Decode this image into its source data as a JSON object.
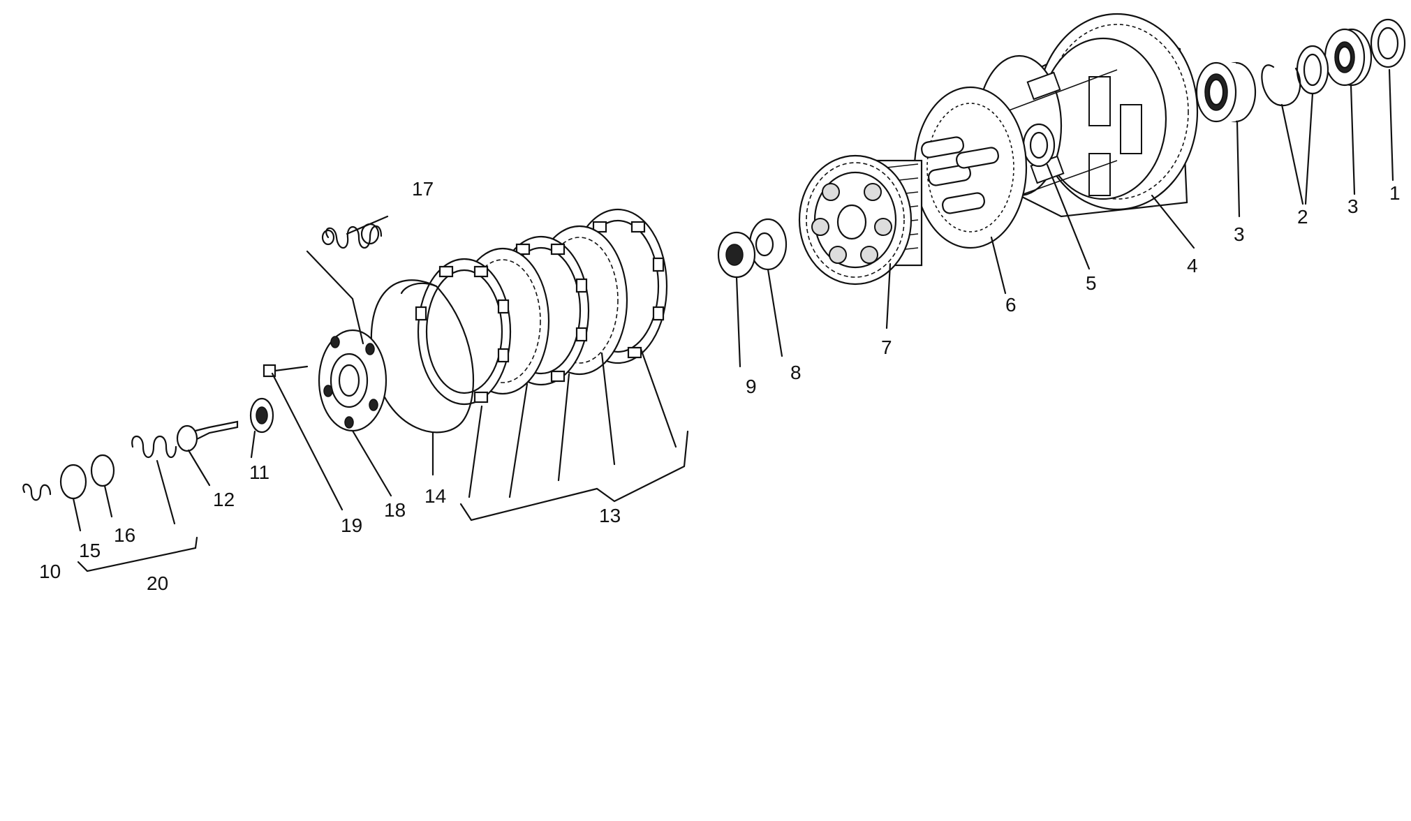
{
  "diagram": {
    "labels": {
      "p1": "1",
      "p2": "2",
      "p3a": "3",
      "p3b": "3",
      "p4": "4",
      "p5": "5",
      "p6": "6",
      "p7": "7",
      "p8": "8",
      "p9": "9",
      "p10": "10",
      "p11": "11",
      "p12": "12",
      "p13": "13",
      "p14": "14",
      "p15": "15",
      "p16": "16",
      "p17": "17",
      "p18": "18",
      "p19": "19",
      "p20": "20"
    }
  }
}
